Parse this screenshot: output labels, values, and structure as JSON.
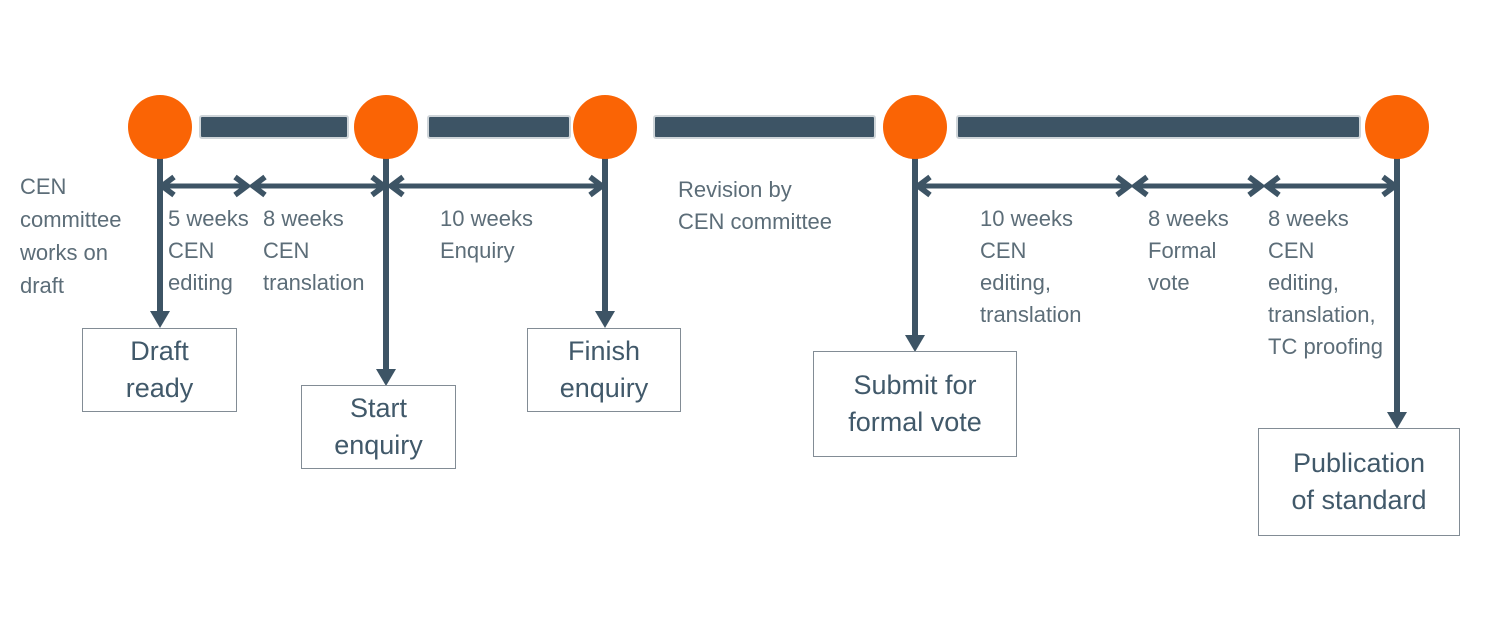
{
  "title": "CEN standard development timeline",
  "colors": {
    "accent_orange": "#FA6405",
    "line_slate": "#3D5465",
    "text_muted": "#5C6D78",
    "text_dark": "#41596A",
    "box_border": "#828C95",
    "bar_outline": "#CFD5D9"
  },
  "timeline": {
    "notes": [
      {
        "label": "CEN\ncommittee\nworks on\ndraft"
      },
      {
        "label": "Revision by\nCEN committee"
      }
    ],
    "durations": [
      {
        "label": "5 weeks\nCEN\nediting"
      },
      {
        "label": "8 weeks\nCEN\ntranslation"
      },
      {
        "label": "10 weeks\nEnquiry"
      },
      {
        "label": "10 weeks\nCEN\nediting,\ntranslation"
      },
      {
        "label": "8 weeks\nFormal\nvote"
      },
      {
        "label": "8 weeks\nCEN\nediting,\ntranslation,\nTC proofing"
      }
    ],
    "milestones": [
      {
        "label": "Draft\nready"
      },
      {
        "label": "Start\nenquiry"
      },
      {
        "label": "Finish\nenquiry"
      },
      {
        "label": "Submit for\nformal vote"
      },
      {
        "label": "Publication\nof standard"
      }
    ]
  }
}
